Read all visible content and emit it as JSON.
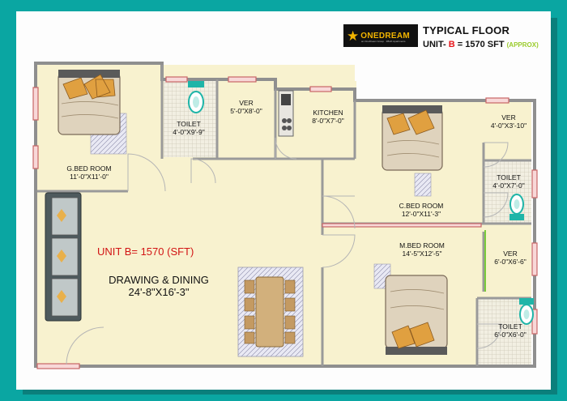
{
  "header": {
    "brand": "ONEDREAM",
    "brand_tagline": "an OneDream Group · 3BHK Apartments",
    "title": "TYPICAL FLOOR",
    "unit_prefix": "UNIT- ",
    "unit_letter": "B",
    "unit_area": " = 1570 SFT",
    "approx": "(APPROX)"
  },
  "rooms": {
    "gbed_name": "G.BED ROOM",
    "gbed_size": "11'-0\"X11'-0\"",
    "toilet1_name": "TOILET",
    "toilet1_size": "4'-0\"X9'-9\"",
    "ver1_name": "VER",
    "ver1_size": "5'-0\"X8'-0\"",
    "kitchen_name": "KITCHEN",
    "kitchen_size": "8'-0\"X7'-0\"",
    "ver2_name": "VER",
    "ver2_size": "4'-0\"X3'-10\"",
    "toilet2_name": "TOILET",
    "toilet2_size": "4'-0\"X7'-0\"",
    "cbed_name": "C.BED ROOM",
    "cbed_size": "12'-0\"X11'-3\"",
    "mbed_name": "M.BED ROOM",
    "mbed_size": "14'-5\"X12'-5\"",
    "ver3_name": "VER",
    "ver3_size": "6'-0\"X6'-6\"",
    "toilet3_name": "TOILET",
    "toilet3_size": "6'-0\"X6'-0\"",
    "drawing_name": "DRAWING & DINING",
    "drawing_size": "24'-8\"X16'-3\""
  },
  "unit_note": "UNIT  B= 1570 (SFT)",
  "colors": {
    "background": "#0aa6a2",
    "floor": "#f8f2cf",
    "wall": "#8f8f8f",
    "accent_red": "#e8161b",
    "approx_green": "#9acb2a",
    "brand_gold": "#f2b400"
  }
}
